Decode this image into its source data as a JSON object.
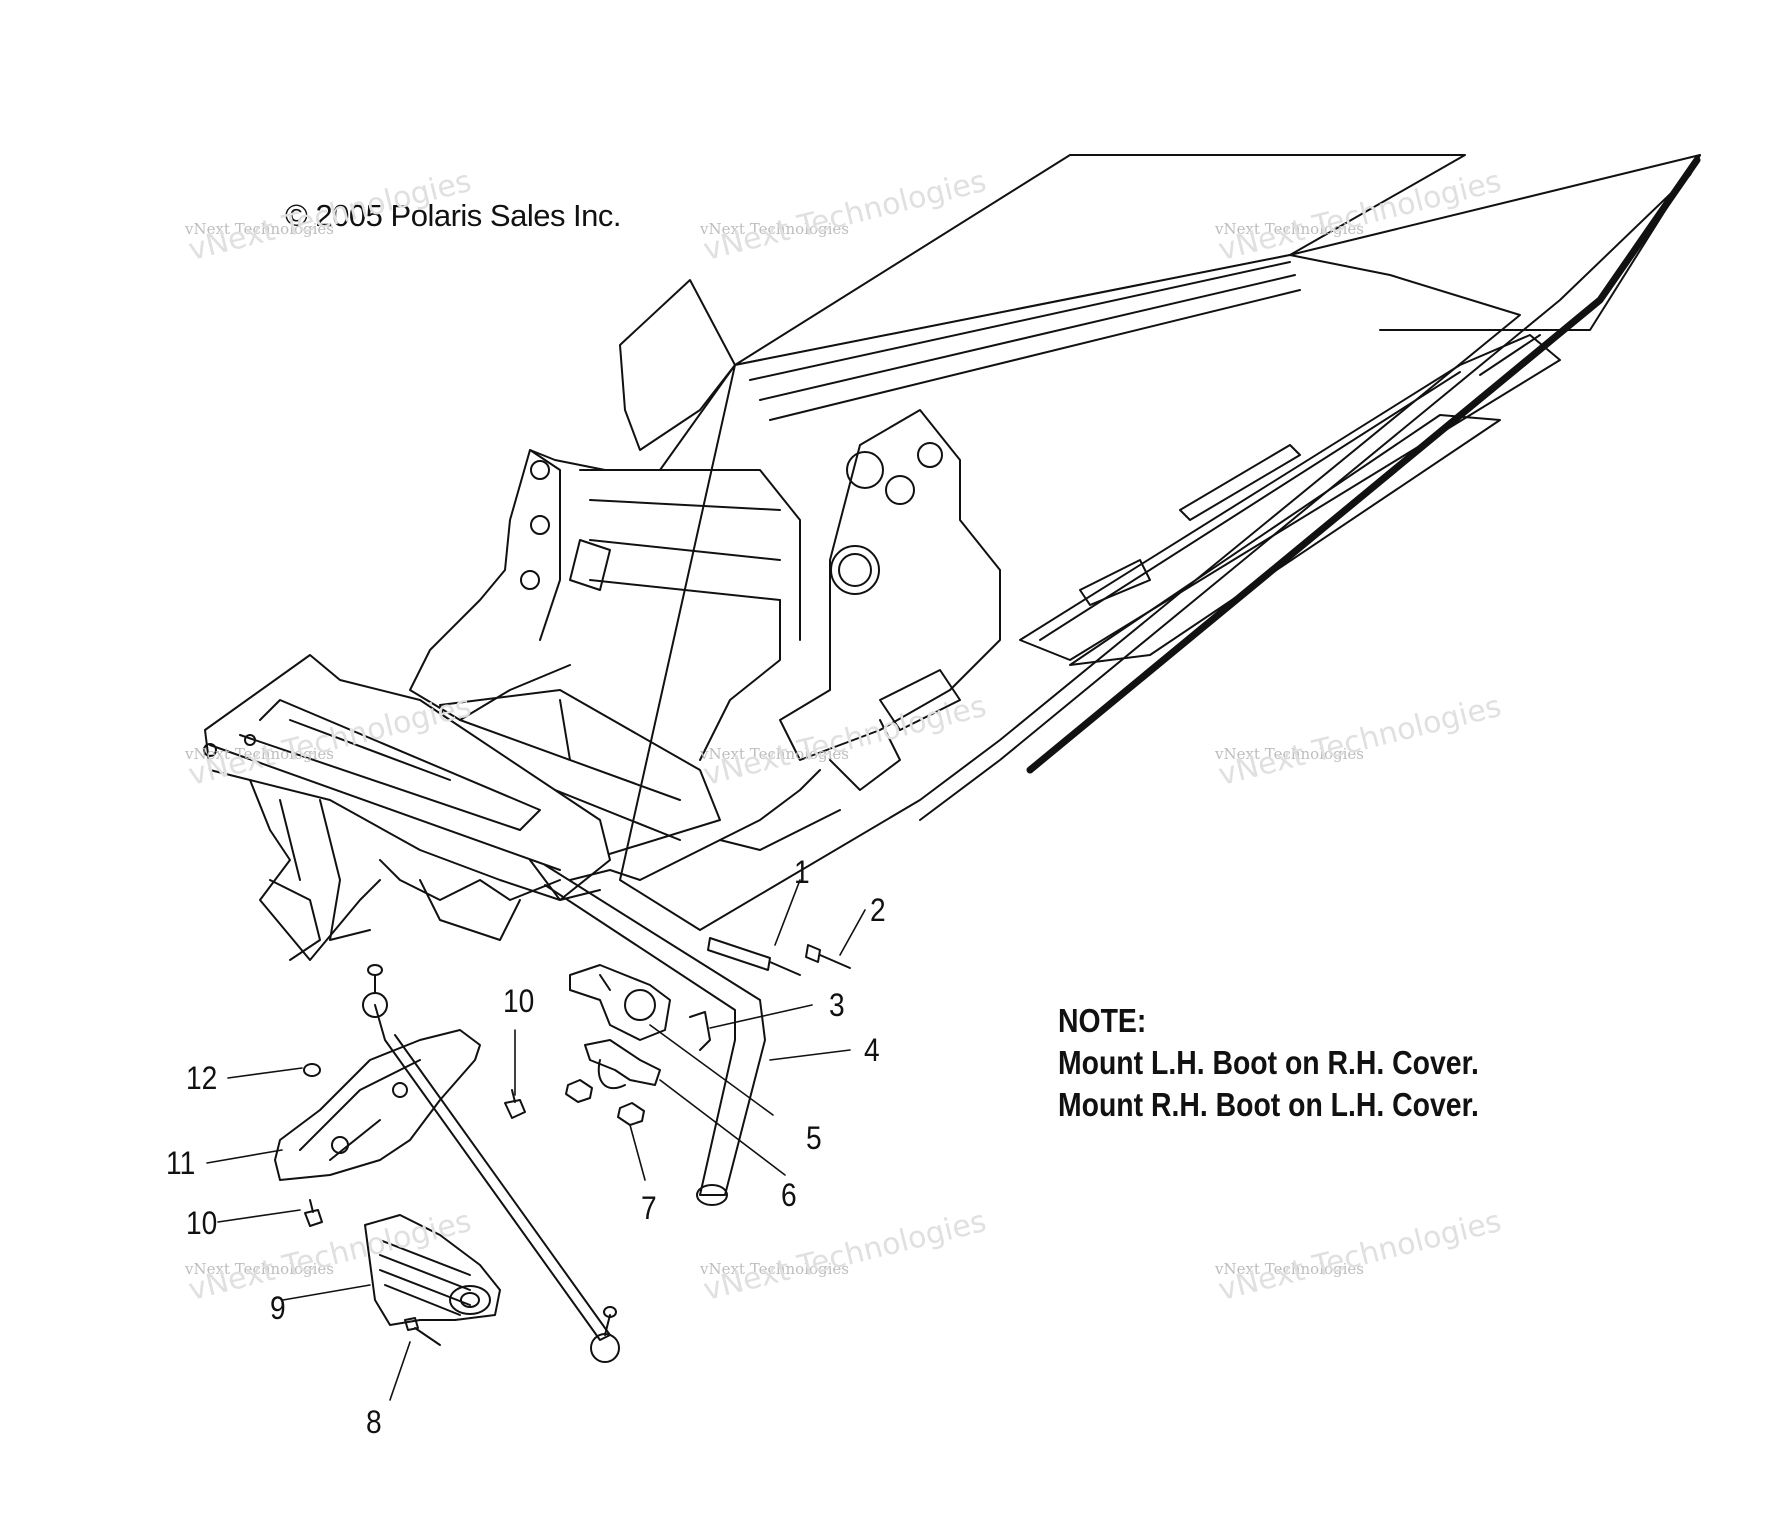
{
  "copyright": "© 2005 Polaris Sales Inc.",
  "note": {
    "heading": "NOTE:",
    "line1": "Mount L.H. Boot on R.H. Cover.",
    "line2": "Mount R.H. Boot on L.H. Cover."
  },
  "watermark": {
    "small": "vNext Technologies",
    "big": "vNext Technologies"
  },
  "callouts": [
    "1",
    "2",
    "3",
    "4",
    "5",
    "6",
    "7",
    "8",
    "9",
    "10",
    "10",
    "11",
    "12"
  ]
}
